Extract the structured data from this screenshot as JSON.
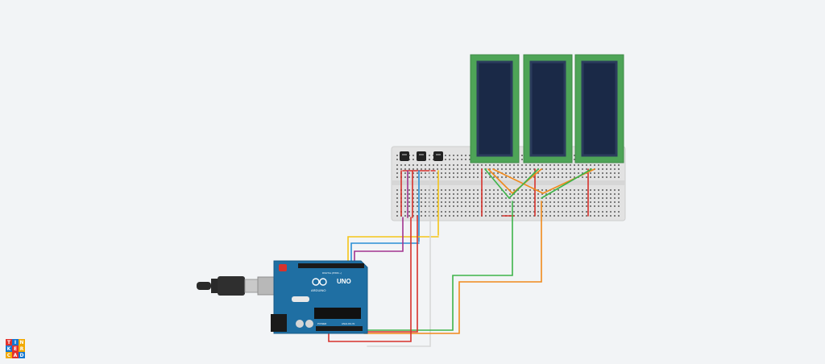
{
  "app": {
    "logo_letters": [
      "T",
      "I",
      "N",
      "K",
      "E",
      "R",
      "C",
      "A",
      "D"
    ],
    "logo_colors": [
      "#e2312d",
      "#1477d1",
      "#f2a900",
      "#1477d1",
      "#e2312d",
      "#f2a900",
      "#f2a900",
      "#e2312d",
      "#1477d1"
    ]
  },
  "arduino": {
    "brand": "ARDUINO",
    "model": "UNO",
    "header_label": "DIGITAL (PWM ~)",
    "power_label": "POWER",
    "analog_label": "ANALOG IN"
  },
  "lcds": [
    {
      "name": "lcd-1"
    },
    {
      "name": "lcd-2"
    },
    {
      "name": "lcd-3"
    }
  ],
  "potentiometers": [
    {
      "name": "potentiometer-1"
    },
    {
      "name": "potentiometer-2"
    },
    {
      "name": "potentiometer-3"
    }
  ],
  "colors": {
    "background": "#f2f4f6",
    "board": "#1f6fa3",
    "breadboard": "#e2e2e2",
    "lcd_pcb": "#4ea457",
    "lcd_screen": "#1a2947",
    "wire_red": "#d7322c",
    "wire_orange": "#f08a1c",
    "wire_green": "#3eb44a",
    "wire_yellow": "#f5c518",
    "wire_blue": "#2a8fd6",
    "wire_purple": "#a2348f",
    "wire_white": "#d8d8d8"
  }
}
